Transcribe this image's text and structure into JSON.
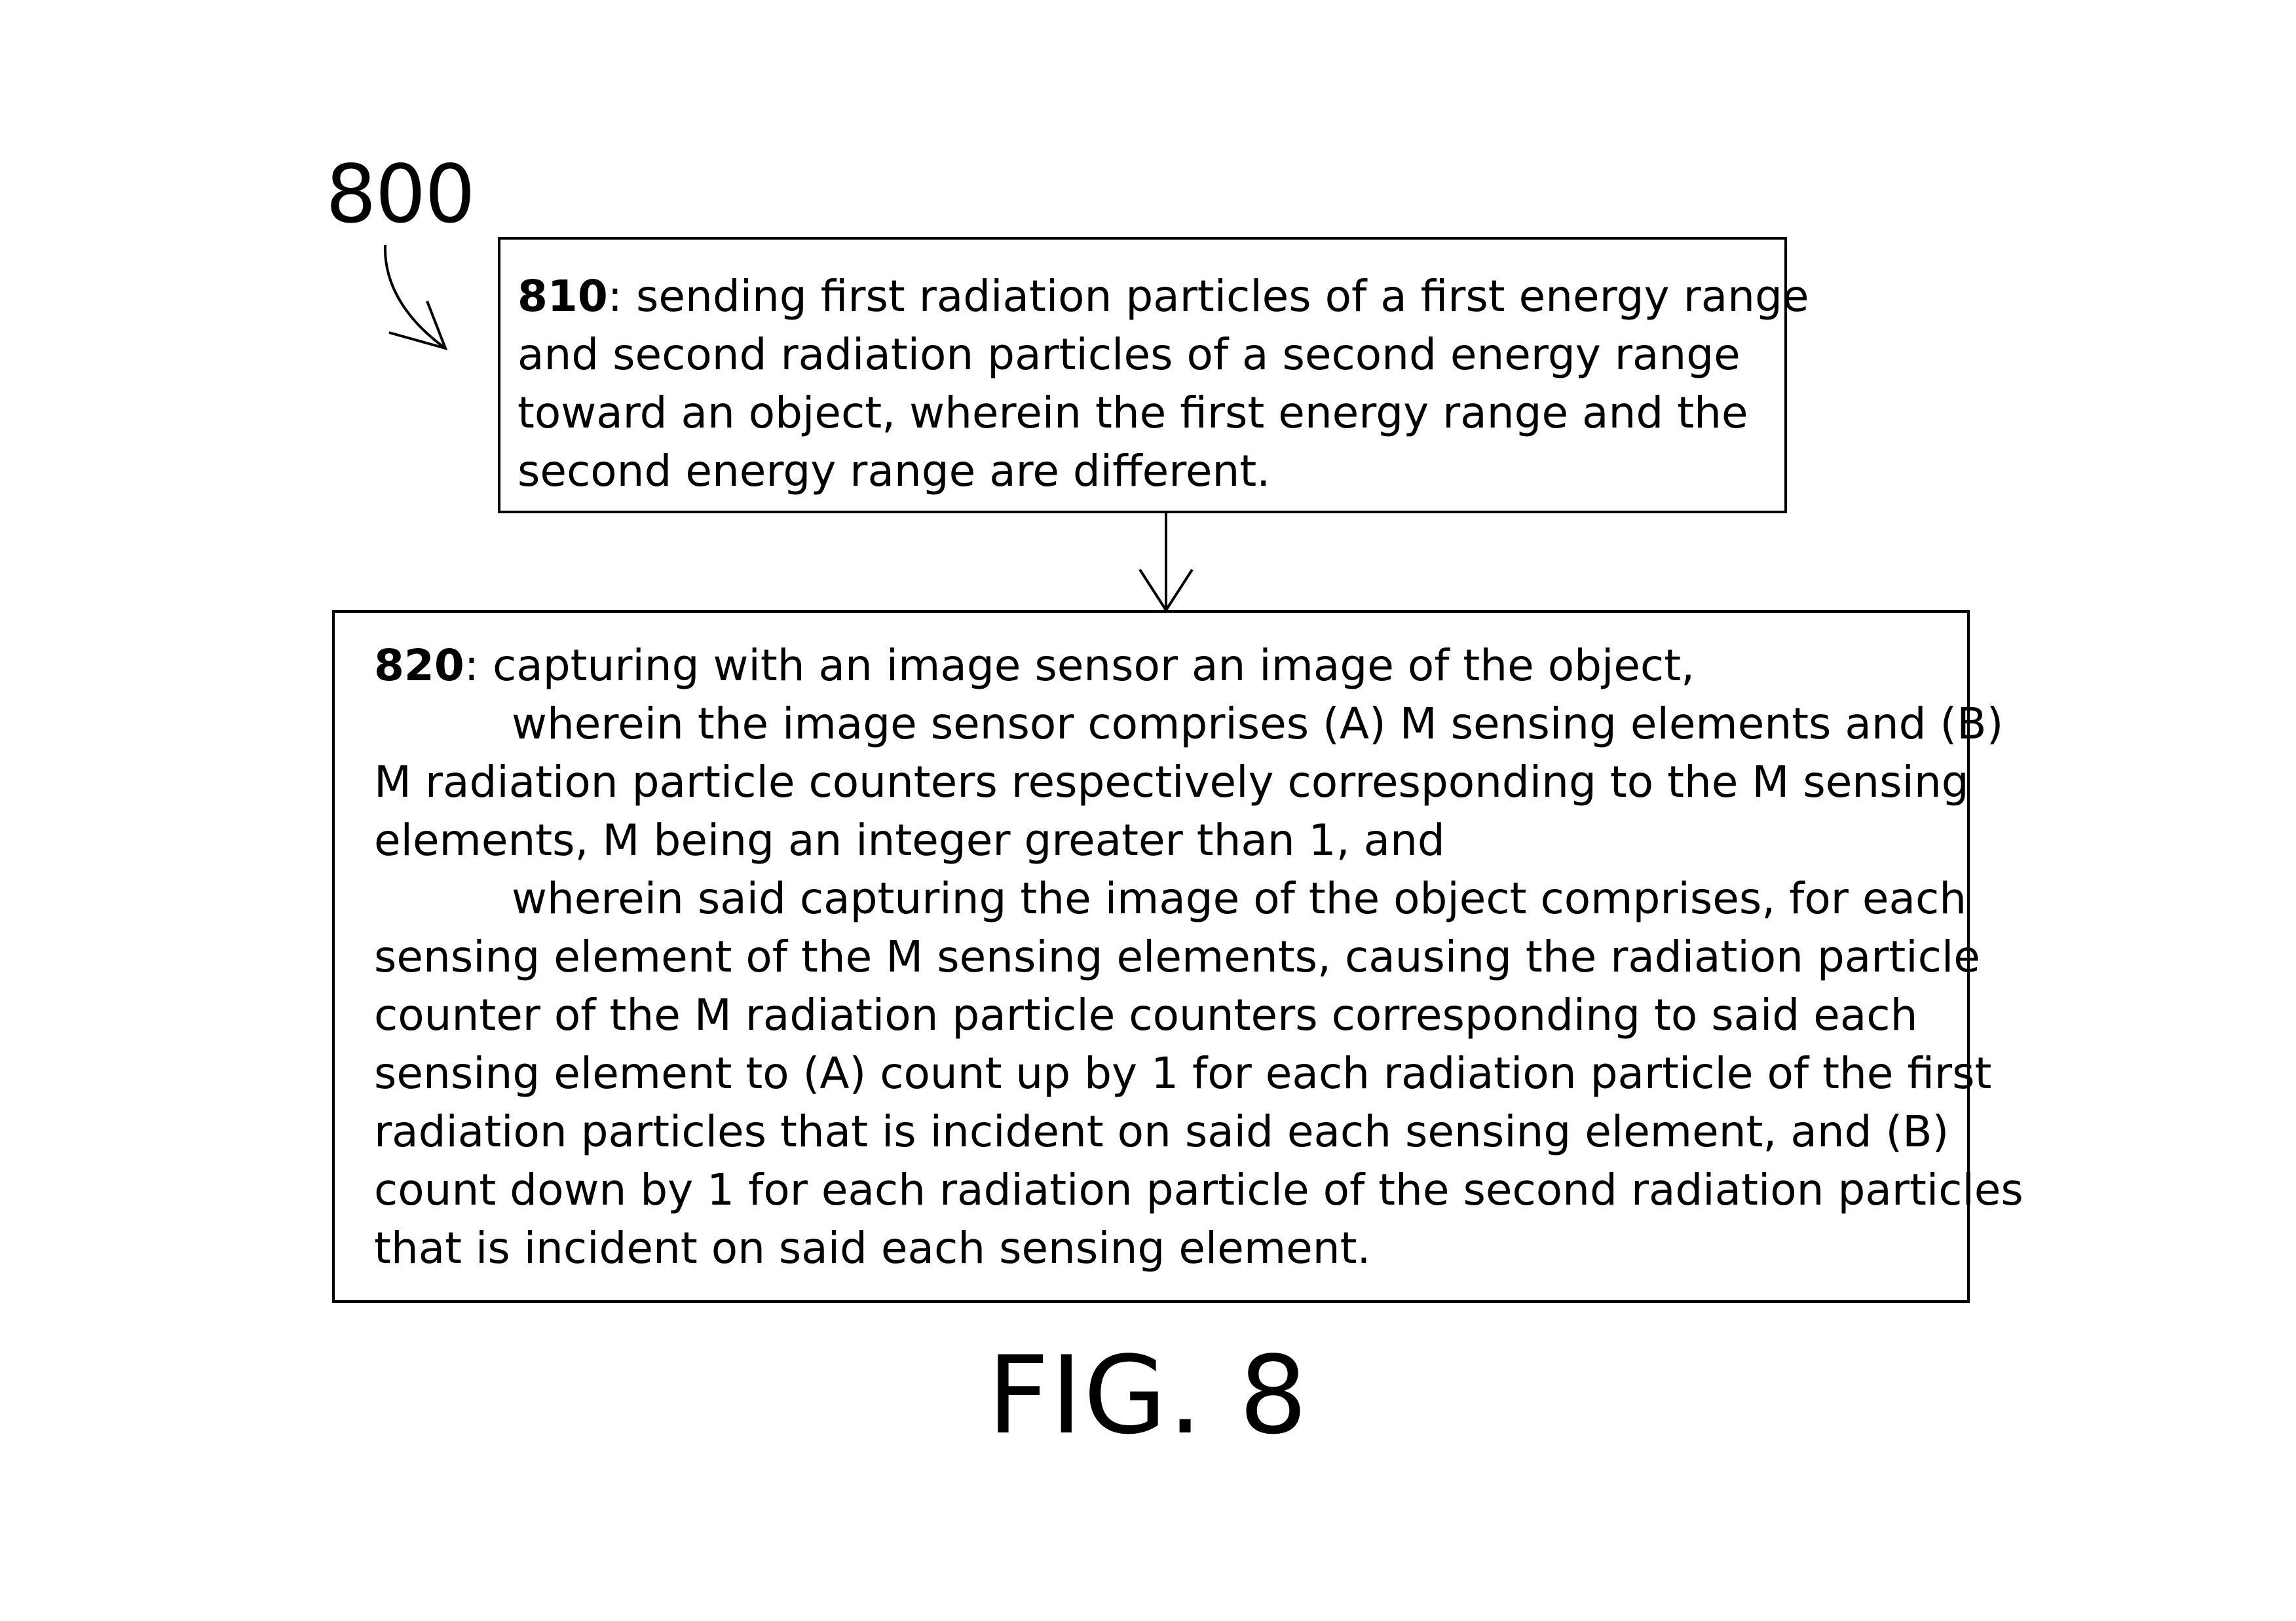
{
  "diagram": {
    "reference_number": "800",
    "figure_caption": "FIG. 8",
    "steps": [
      {
        "number": "810",
        "separator": ": ",
        "lines": [
          "sending first radiation particles of a first energy range",
          "and second radiation particles of a second energy range",
          "toward an object, wherein the first energy range and the",
          "second energy range are different."
        ]
      },
      {
        "number": "820",
        "separator": ": ",
        "lines": [
          "capturing with an image sensor an image of the object,",
          "wherein the image sensor comprises (A) M sensing elements and (B)",
          "M radiation particle counters respectively corresponding to the M sensing",
          "elements, M being an integer greater than 1, and",
          "wherein said capturing the image of the object comprises, for each",
          "sensing element of the M sensing elements, causing the radiation particle",
          "counter of the M radiation particle counters corresponding to said each",
          "sensing element to (A) count up by 1 for each radiation particle of the first",
          "radiation particles that is incident on said each sensing element, and (B)",
          "count down by 1 for each radiation particle of the second radiation particles",
          "that is incident on said each sensing element."
        ]
      }
    ]
  }
}
